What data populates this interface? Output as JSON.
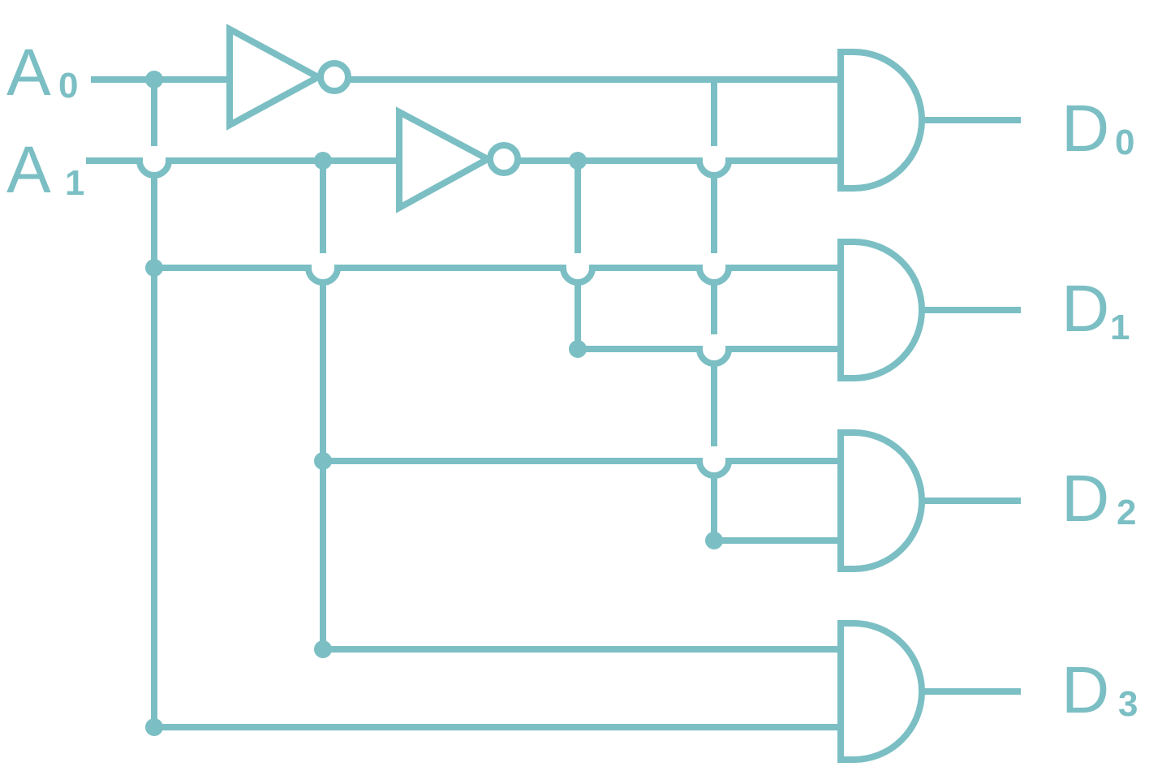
{
  "colors": {
    "line": "#7bbfc4",
    "background": "#ffffff"
  },
  "inputs": {
    "a0": {
      "letter": "A",
      "sub": "0"
    },
    "a1": {
      "letter": "A",
      "sub": "1"
    }
  },
  "outputs": {
    "d0": {
      "letter": "D",
      "sub": "0"
    },
    "d1": {
      "letter": "D",
      "sub": "1"
    },
    "d2": {
      "letter": "D",
      "sub": "2"
    },
    "d3": {
      "letter": "D",
      "sub": "3"
    }
  },
  "gates": {
    "not": [
      "not-gate-a0",
      "not-gate-a1"
    ],
    "and": [
      "and-gate-d0",
      "and-gate-d1",
      "and-gate-d2",
      "and-gate-d3"
    ]
  }
}
